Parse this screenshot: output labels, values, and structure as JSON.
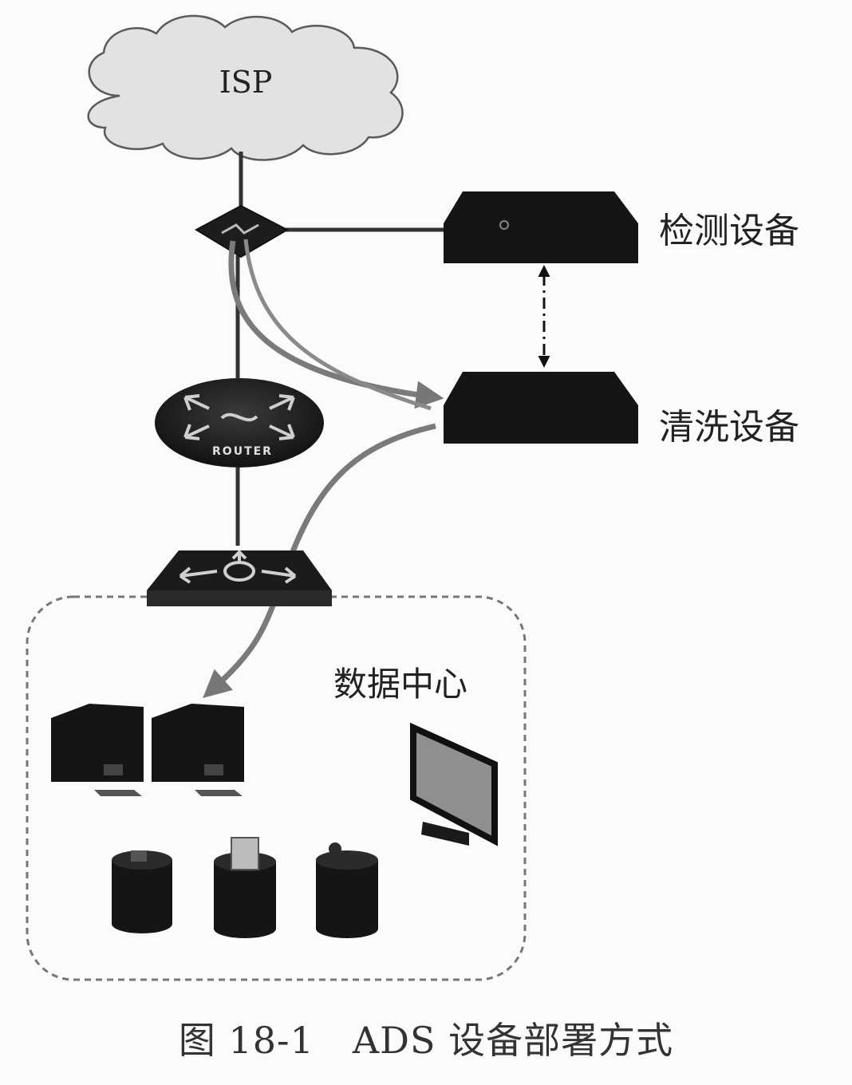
{
  "nodes": {
    "isp": {
      "label": "ISP"
    },
    "detection": {
      "label": "检测设备"
    },
    "cleaning": {
      "label": "清洗设备"
    },
    "router": {
      "label": "ROUTER"
    },
    "datacenter": {
      "label": "数据中心"
    }
  },
  "caption": {
    "number": "图 18-1",
    "title": "ADS 设备部署方式"
  },
  "colors": {
    "device": "#151515",
    "line": "#333333",
    "flow_arrow": "#7a7a7a",
    "frame": "#777777"
  }
}
